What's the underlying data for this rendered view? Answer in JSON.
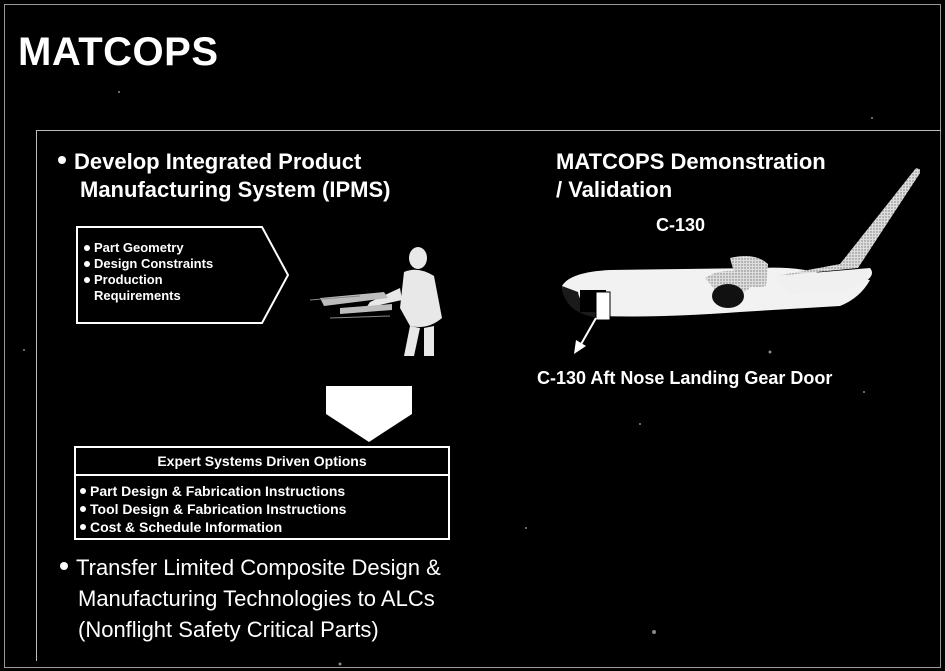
{
  "slide": {
    "title": "MATCOPS",
    "left": {
      "heading_line1": "Develop Integrated Product",
      "heading_line2": "Manufacturing System (IPMS)",
      "inputs": [
        "Part Geometry",
        "Design Constraints",
        "Production",
        "Requirements"
      ],
      "expert_header": "Expert Systems Driven Options",
      "expert_items": [
        "Part Design & Fabrication Instructions",
        "Tool Design & Fabrication Instructions",
        "Cost & Schedule Information"
      ],
      "transfer_line1": "Transfer Limited Composite Design &",
      "transfer_line2": "Manufacturing Technologies to ALCs",
      "transfer_line3": "(Nonflight Safety Critical Parts)"
    },
    "right": {
      "heading_line1": "MATCOPS Demonstration",
      "heading_line2": "/ Validation",
      "aircraft_label": "C-130",
      "part_label": "C-130  Aft Nose Landing Gear Door"
    }
  }
}
